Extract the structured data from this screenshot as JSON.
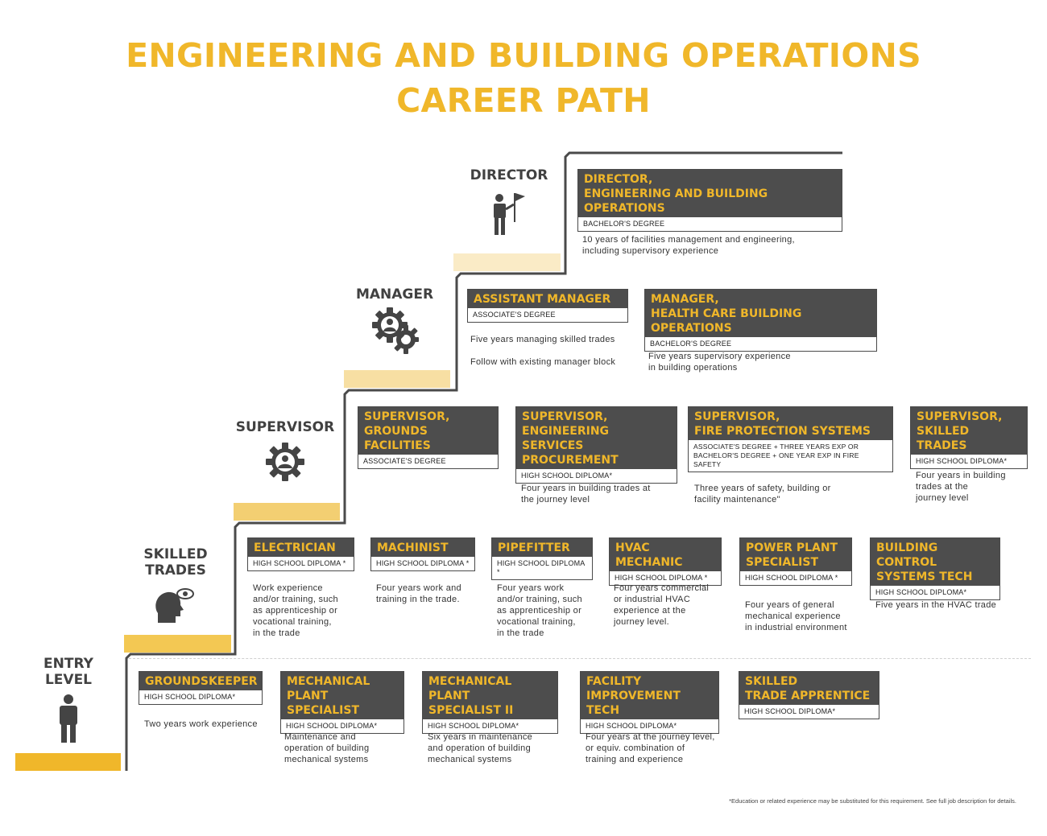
{
  "title": {
    "line1": "ENGINEERING AND BUILDING OPERATIONS",
    "line2": "CAREER PATH"
  },
  "colors": {
    "accent": "#f0b72a",
    "accent_light": "#f8e2a8",
    "accent_mid": "#f3cf72",
    "dark": "#4d4d4d"
  },
  "levels": {
    "entry": "ENTRY\nLEVEL",
    "skilled": "SKILLED\nTRADES",
    "supervisor": "SUPERVISOR",
    "manager": "MANAGER",
    "director": "DIRECTOR"
  },
  "icons": {
    "entry": "person-icon",
    "skilled": "head-eye-icon",
    "supervisor": "gear-person-icon",
    "manager": "gears-person-icon",
    "director": "person-flag-icon"
  },
  "jobs": {
    "director": {
      "title": "DIRECTOR,\nENGINEERING AND BUILDING OPERATIONS",
      "req": "BACHELOR'S DEGREE",
      "desc": "10 years of facilities management and engineering,\nincluding supervisory experience"
    },
    "assistant_manager": {
      "title": "ASSISTANT MANAGER",
      "req": "ASSOCIATE'S DEGREE",
      "desc": "Five years managing skilled trades\n\nFollow with existing manager block"
    },
    "manager_hc": {
      "title": "MANAGER,\nHEALTH CARE BUILDING OPERATIONS",
      "req": "BACHELOR'S DEGREE",
      "desc": "Five years supervisory experience\nin building operations"
    },
    "sup_grounds": {
      "title": "SUPERVISOR,\nGROUNDS FACILITIES",
      "req": "ASSOCIATE'S DEGREE",
      "desc": ""
    },
    "sup_eng": {
      "title": "SUPERVISOR,\nENGINEERING SERVICES\nPROCUREMENT",
      "req": "HIGH SCHOOL DIPLOMA*",
      "desc": "Four years in building trades at\nthe journey level"
    },
    "sup_fire": {
      "title": "SUPERVISOR,\nFIRE PROTECTION SYSTEMS",
      "req": "ASSOCIATE'S DEGREE + THREE YEARS EXP OR\nBACHELOR'S DEGREE + ONE YEAR EXP IN FIRE SAFETY",
      "desc": "Three years of safety, building or\nfacility maintenance\""
    },
    "sup_skilled": {
      "title": "SUPERVISOR,\nSKILLED TRADES",
      "req": "HIGH SCHOOL DIPLOMA*",
      "desc": "Four years in building\ntrades at the\njourney level"
    },
    "electrician": {
      "title": "ELECTRICIAN",
      "req": "HIGH SCHOOL DIPLOMA *",
      "desc": "Work experience\nand/or training, such\nas apprenticeship or\nvocational training,\nin the trade"
    },
    "machinist": {
      "title": "MACHINIST",
      "req": "HIGH SCHOOL DIPLOMA *",
      "desc": "Four years work and\ntraining in the trade."
    },
    "pipefitter": {
      "title": "PIPEFITTER",
      "req": "HIGH SCHOOL DIPLOMA *",
      "desc": "Four years work\nand/or training, such\nas apprenticeship or\nvocational training,\nin the trade"
    },
    "hvac": {
      "title": "HVAC MECHANIC",
      "req": "HIGH SCHOOL DIPLOMA *",
      "desc": "Four years commercial\nor industrial HVAC\nexperience at the\njourney level."
    },
    "power_plant": {
      "title": "POWER PLANT\nSPECIALIST",
      "req": "HIGH SCHOOL DIPLOMA *",
      "desc": "Four years of general\nmechanical experience\nin industrial environment"
    },
    "bcs_tech": {
      "title": "BUILDING CONTROL\nSYSTEMS TECH",
      "req": "HIGH SCHOOL DIPLOMA*",
      "desc": "Five years in the HVAC trade"
    },
    "groundskeeper": {
      "title": "GROUNDSKEEPER",
      "req": "HIGH SCHOOL DIPLOMA*",
      "desc": "Two years work experience"
    },
    "mech_plant": {
      "title": "MECHANICAL\nPLANT SPECIALIST",
      "req": "HIGH SCHOOL DIPLOMA*",
      "desc": "Maintenance and\noperation of building\nmechanical systems"
    },
    "mech_plant2": {
      "title": "MECHANICAL PLANT\nSPECIALIST II",
      "req": "HIGH SCHOOL DIPLOMA*",
      "desc": "Six years in maintenance\nand operation of building\nmechanical systems"
    },
    "facility_tech": {
      "title": "FACILITY\nIMPROVEMENT TECH",
      "req": "HIGH SCHOOL DIPLOMA*",
      "desc": "Four years at the journey level,\nor equiv. combination of\ntraining and experience"
    },
    "apprentice": {
      "title": "SKILLED\nTRADE APPRENTICE",
      "req": "HIGH SCHOOL DIPLOMA*",
      "desc": ""
    }
  },
  "footnote": "*Education or related experience may be substituted for this requirement. See full job description for details."
}
